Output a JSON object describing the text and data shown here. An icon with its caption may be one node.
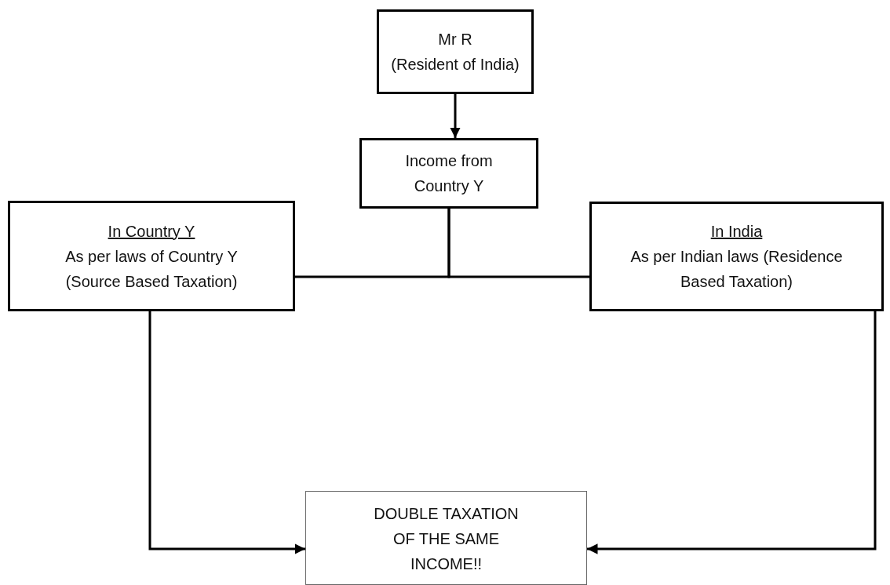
{
  "diagram": {
    "nodes": [
      {
        "text": [
          "Mr R",
          "(Resident of India)"
        ]
      },
      {
        "text": [
          "Income from Country Y"
        ]
      },
      {
        "text": [
          "In Country Y",
          "As per laws of Country Y (Source Based Taxation)"
        ]
      },
      {
        "text": [
          "In India",
          "As per Indian laws (Residence Based Taxation)"
        ]
      },
      {
        "text": [
          "DOUBLE TAXATION OF THE SAME INCOME!!"
        ]
      }
    ],
    "edges": [
      {
        "from": 0,
        "to": 1,
        "arrow": "to"
      },
      {
        "from": 1,
        "to": 2,
        "arrow": "to"
      },
      {
        "from": 1,
        "to": 3,
        "arrow": "to"
      },
      {
        "from": 2,
        "to": 4,
        "arrow": "to"
      },
      {
        "from": 3,
        "to": 4,
        "arrow": "to"
      }
    ]
  }
}
